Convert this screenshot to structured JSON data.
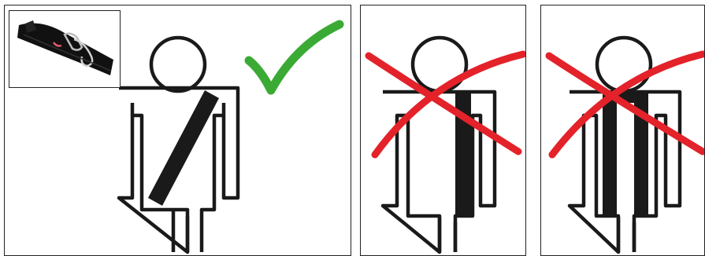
{
  "panels": [
    {
      "id": "correct",
      "verdict": "correct",
      "strap_style": "diagonal-across-chest"
    },
    {
      "id": "wrong-single",
      "verdict": "incorrect",
      "strap_style": "single-vertical-strap"
    },
    {
      "id": "wrong-double",
      "verdict": "incorrect",
      "strap_style": "double-vertical-straps"
    }
  ],
  "colors": {
    "check": "#3aaa35",
    "cross": "#e3222a",
    "strap": "#1a1a1a",
    "outline": "#1a1a1a"
  },
  "icons": [
    "strap-product-photo",
    "check-mark-icon",
    "cross-mark-icon"
  ]
}
